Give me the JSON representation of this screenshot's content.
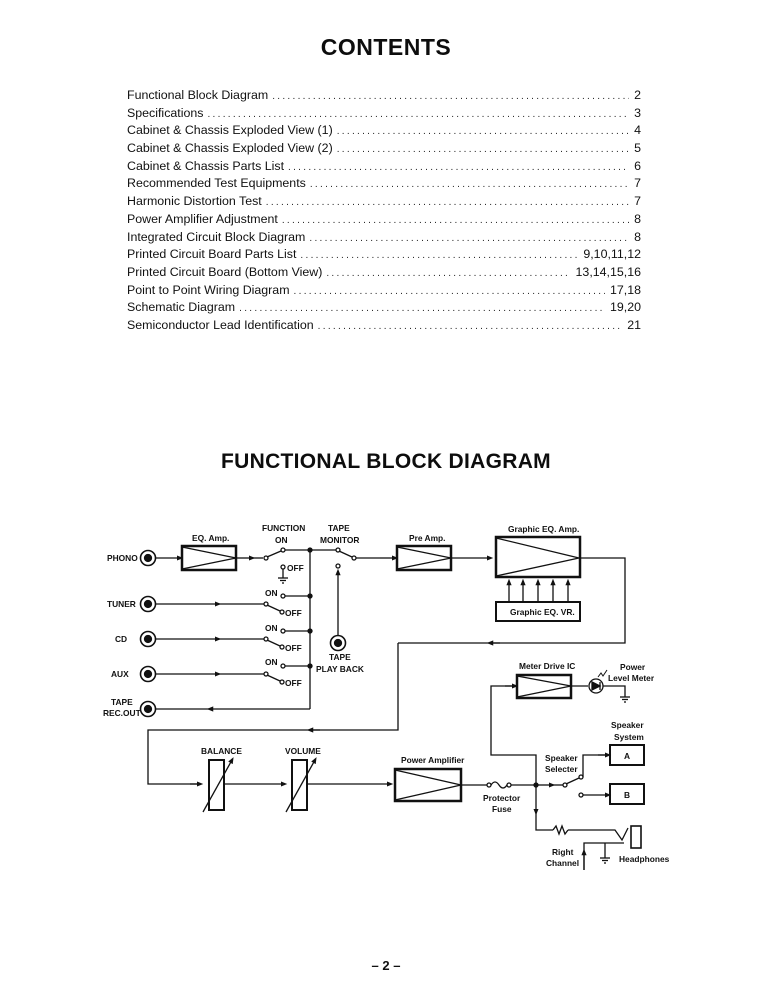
{
  "contents": {
    "title": "CONTENTS",
    "entries": [
      {
        "label": "Functional Block Diagram",
        "page": "2"
      },
      {
        "label": "Specifications",
        "page": "3"
      },
      {
        "label": "Cabinet & Chassis Exploded View (1)",
        "page": "4"
      },
      {
        "label": "Cabinet & Chassis Exploded View (2)",
        "page": "5"
      },
      {
        "label": "Cabinet & Chassis Parts List",
        "page": "6"
      },
      {
        "label": "Recommended Test Equipments",
        "page": "7"
      },
      {
        "label": "Harmonic Distortion Test",
        "page": "7"
      },
      {
        "label": "Power Amplifier Adjustment",
        "page": "8"
      },
      {
        "label": "Integrated Circuit Block Diagram",
        "page": "8"
      },
      {
        "label": "Printed Circuit Board Parts List",
        "page": "9,10,11,12"
      },
      {
        "label": "Printed Circuit Board (Bottom View)",
        "page": "13,14,15,16"
      },
      {
        "label": "Point to Point Wiring Diagram",
        "page": "17,18"
      },
      {
        "label": "Schematic Diagram",
        "page": "19,20"
      },
      {
        "label": "Semiconductor Lead Identification",
        "page": "21"
      }
    ],
    "leader": "........................................................................................................"
  },
  "diagram": {
    "title": "FUNCTIONAL BLOCK DIAGRAM",
    "inputs": {
      "phono": "PHONO",
      "tuner": "TUNER",
      "cd": "CD",
      "aux": "AUX",
      "tape_rec_out_1": "TAPE",
      "tape_rec_out_2": "REC.OUT"
    },
    "blocks": {
      "eq_amp": "EQ. Amp.",
      "pre_amp": "Pre Amp.",
      "graphic_eq_amp": "Graphic EQ. Amp.",
      "graphic_eq_vr": "Graphic EQ. VR.",
      "meter_drive_ic": "Meter Drive IC",
      "power_amplifier": "Power Amplifier",
      "balance": "BALANCE",
      "volume": "VOLUME",
      "speaker_a": "A",
      "speaker_b": "B"
    },
    "switches": {
      "function": "FUNCTION",
      "on": "ON",
      "off": "OFF",
      "tape_monitor_1": "TAPE",
      "tape_monitor_2": "MONITOR",
      "tape_play_back_1": "TAPE",
      "tape_play_back_2": "PLAY BACK"
    },
    "outputs": {
      "power_level_meter_1": "Power",
      "power_level_meter_2": "Level Meter",
      "speaker_system_1": "Speaker",
      "speaker_system_2": "System",
      "speaker_selecter_1": "Speaker",
      "speaker_selecter_2": "Selecter",
      "protector_fuse_1": "Protector",
      "protector_fuse_2": "Fuse",
      "right_channel_1": "Right",
      "right_channel_2": "Channel",
      "headphones": "Headphones"
    }
  },
  "footer": {
    "page_number": "– 2 –"
  }
}
